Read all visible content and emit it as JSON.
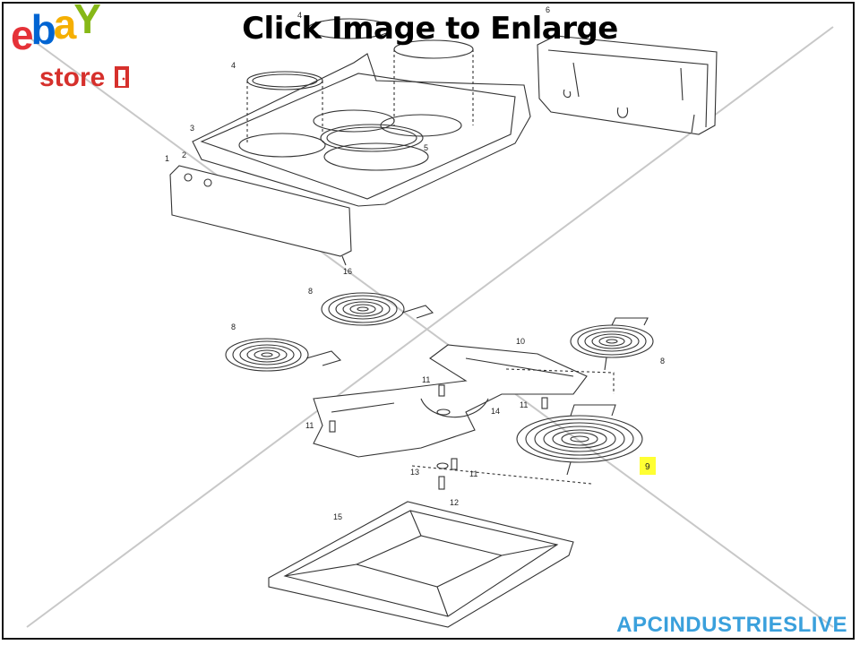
{
  "header": {
    "title": "Click Image to Enlarge"
  },
  "logo": {
    "letters": [
      "e",
      "b",
      "a",
      "Y"
    ],
    "letter_colors": [
      "#e53238",
      "#0064d2",
      "#f5af02",
      "#86b817"
    ],
    "store_label": "store"
  },
  "watermark": {
    "text": "APCINDUSTRIESLIVE",
    "color": "#3aa0dc"
  },
  "callouts": [
    "1",
    "2",
    "3",
    "4",
    "4",
    "5",
    "6",
    "8",
    "8",
    "8",
    "9",
    "10",
    "11",
    "11",
    "11",
    "11",
    "12",
    "13",
    "14",
    "15",
    "16"
  ],
  "highlight": {
    "part": "9",
    "color": "#ffff33"
  }
}
